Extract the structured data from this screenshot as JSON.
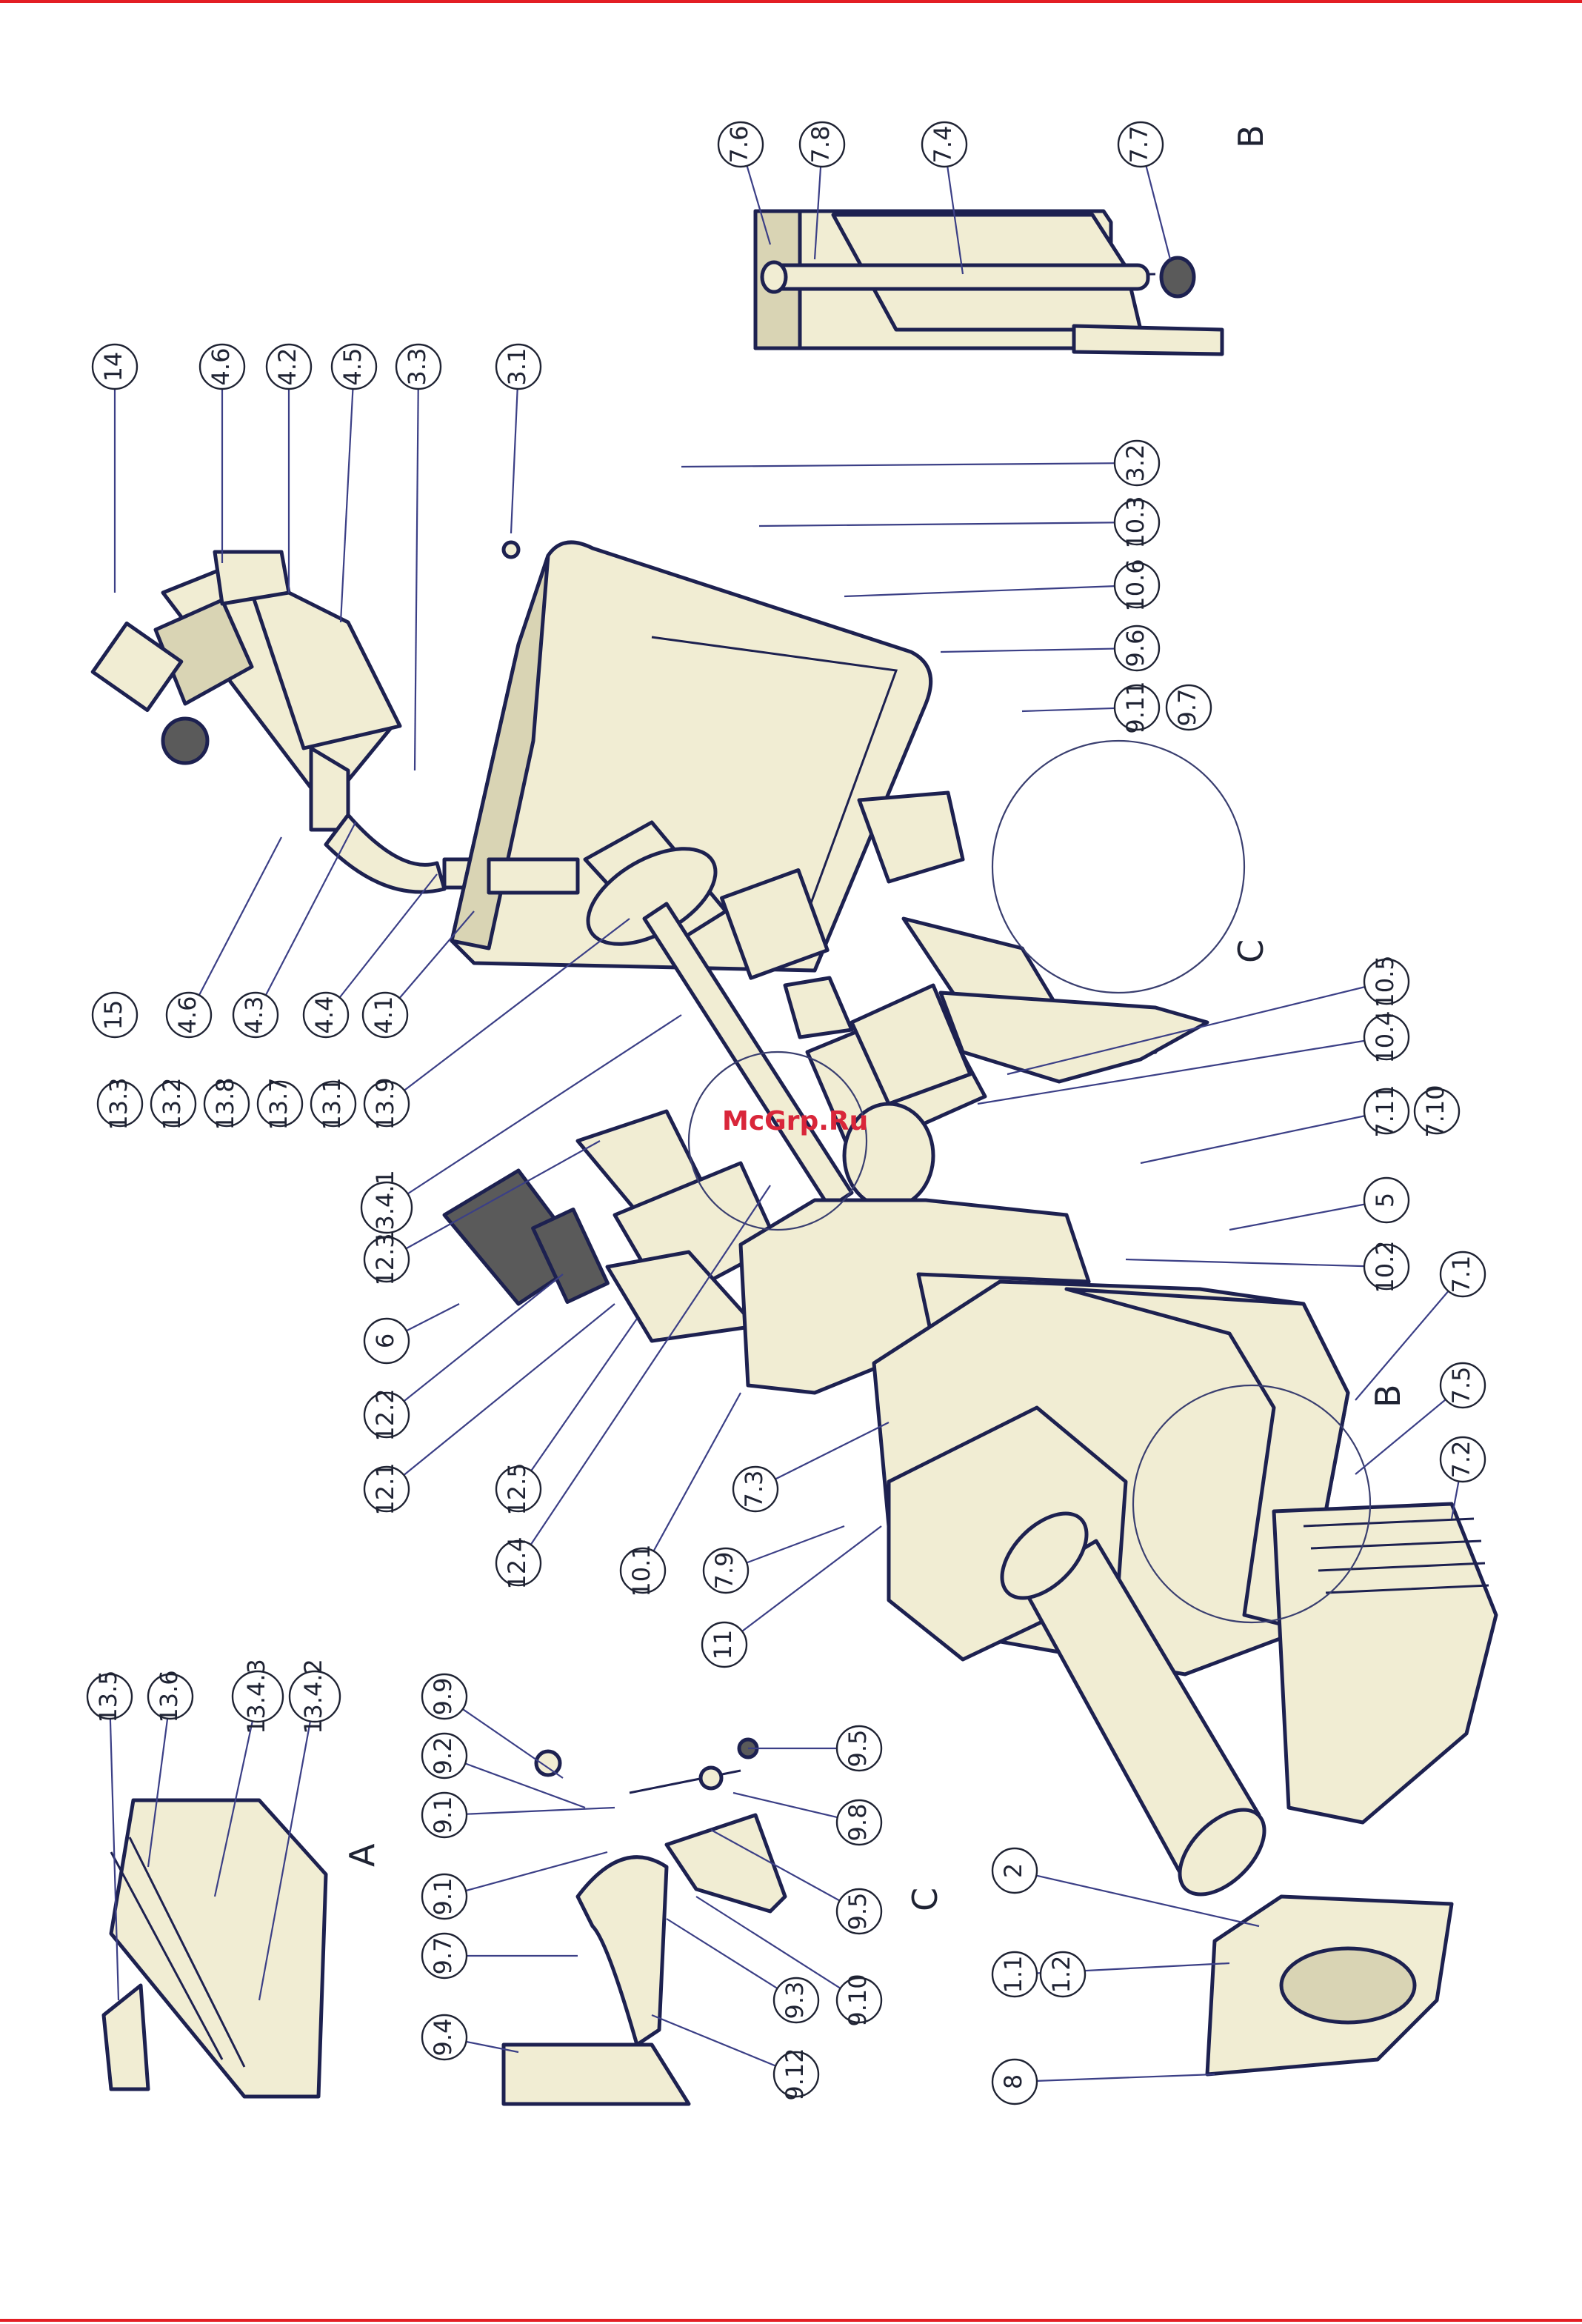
{
  "colors": {
    "rule": "#e31e24",
    "line": "#1d2150",
    "part_fill": "#f1edd3",
    "part_shade": "#d9d4b4",
    "dark_fill": "#5a5a5a",
    "watermark": "#d9263a"
  },
  "watermark": "McGrp.Ru",
  "view_letters": {
    "a": "A",
    "b": "B",
    "c": "C"
  },
  "callout_labels": {
    "c1_1": "1.1",
    "c1_2": "1.2",
    "c2": "2",
    "c3_1": "3.1",
    "c3_2": "3.2",
    "c3_3": "3.3",
    "c4_1": "4.1",
    "c4_2": "4.2",
    "c4_3": "4.3",
    "c4_4": "4.4",
    "c4_5": "4.5",
    "c4_6a": "4.6",
    "c4_6b": "4.6",
    "c5": "5",
    "c6": "6",
    "c7_1": "7.1",
    "c7_2": "7.2",
    "c7_3": "7.3",
    "c7_4": "7.4",
    "c7_5": "7.5",
    "c7_6": "7.6",
    "c7_7": "7.7",
    "c7_8": "7.8",
    "c7_9": "7.9",
    "c7_10": "7.10",
    "c7_11": "7.11",
    "c8": "8",
    "c9_1a": "9.1",
    "c9_1b": "9.1",
    "c9_2": "9.2",
    "c9_3": "9.3",
    "c9_4": "9.4",
    "c9_5a": "9.5",
    "c9_5b": "9.5",
    "c9_6": "9.6",
    "c9_7a": "9.7",
    "c9_7b": "9.7",
    "c9_8": "9.8",
    "c9_9": "9.9",
    "c9_10": "9.10",
    "c9_11": "9.11",
    "c9_12": "9.12",
    "c10_1": "10.1",
    "c10_2": "10.2",
    "c10_3": "10.3",
    "c10_4": "10.4",
    "c10_5": "10.5",
    "c10_6": "10.6",
    "c11": "11",
    "c12_1": "12.1",
    "c12_2": "12.2",
    "c12_3": "12.3",
    "c12_4": "12.4",
    "c12_5": "12.5",
    "c13_1": "13.1",
    "c13_2": "13.2",
    "c13_3": "13.3",
    "c13_4_1": "13.4.1",
    "c13_4_2": "13.4.2",
    "c13_4_3": "13.4.3",
    "c13_5": "13.5",
    "c13_6": "13.6",
    "c13_7": "13.7",
    "c13_8": "13.8",
    "c13_9": "13.9",
    "c14": "14",
    "c15": "15"
  }
}
